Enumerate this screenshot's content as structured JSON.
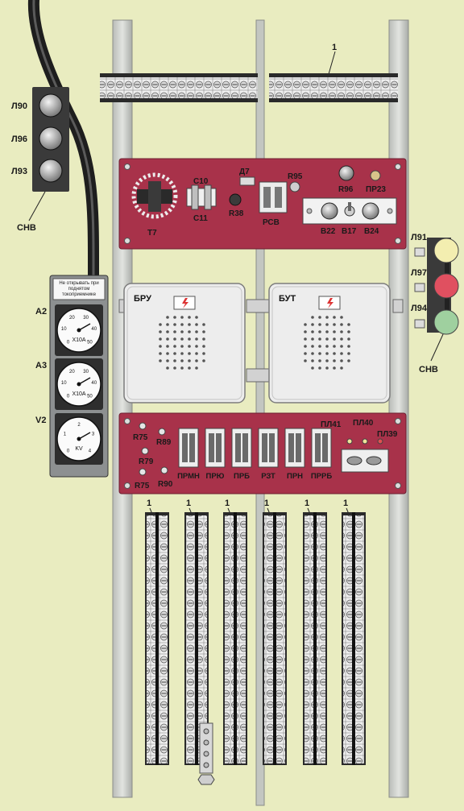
{
  "colors": {
    "background": "#e9ecc0",
    "panel_red": "#a8324a",
    "rail_gray": "#c9ccc8",
    "cable": "#2b2b2b",
    "lamp_yellow": "#f3eeb0",
    "lamp_red": "#e05060",
    "lamp_green": "#9fd09f"
  },
  "callout_top": "1",
  "left_lamps": [
    "Л90",
    "Л96",
    "Л93"
  ],
  "left_group_label": "СНВ",
  "right_lamps": [
    "Л91",
    "Л97",
    "Л94"
  ],
  "right_group_label": "СНВ",
  "meter_warning": "Не открывать при поднятом токоприемнике",
  "meters": [
    {
      "label": "A2",
      "unit": "X10A",
      "ticks": [
        "0",
        "10",
        "20",
        "30",
        "40",
        "50"
      ]
    },
    {
      "label": "A3",
      "unit": "X10A",
      "ticks": [
        "0",
        "10",
        "20",
        "30",
        "40",
        "50"
      ]
    },
    {
      "label": "V2",
      "unit": "KV",
      "ticks": [
        "0",
        "1",
        "2",
        "3",
        "4"
      ]
    }
  ],
  "upper_panel": {
    "t7": "T7",
    "c10": "C10",
    "c11": "C11",
    "d7": "Д7",
    "r38": "R38",
    "rsv": "РСВ",
    "r95": "R95",
    "r96": "R96",
    "pr23": "ПР23",
    "b22": "B22",
    "b17": "B17",
    "b24": "B24"
  },
  "boxes": [
    {
      "label": "БРУ"
    },
    {
      "label": "БУТ"
    }
  ],
  "lower_panel": {
    "resistors": [
      "R75",
      "R89",
      "R79",
      "R75",
      "R90"
    ],
    "relays": [
      "ПРМН",
      "ПРЮ",
      "ПРБ",
      "РЗТ",
      "ПРН",
      "ПРРБ"
    ],
    "fuses": [
      "ПЛ41",
      "ПЛ40",
      "ПЛ39"
    ]
  },
  "terminal_callouts": [
    "1",
    "1",
    "1",
    "1",
    "1",
    "1"
  ]
}
